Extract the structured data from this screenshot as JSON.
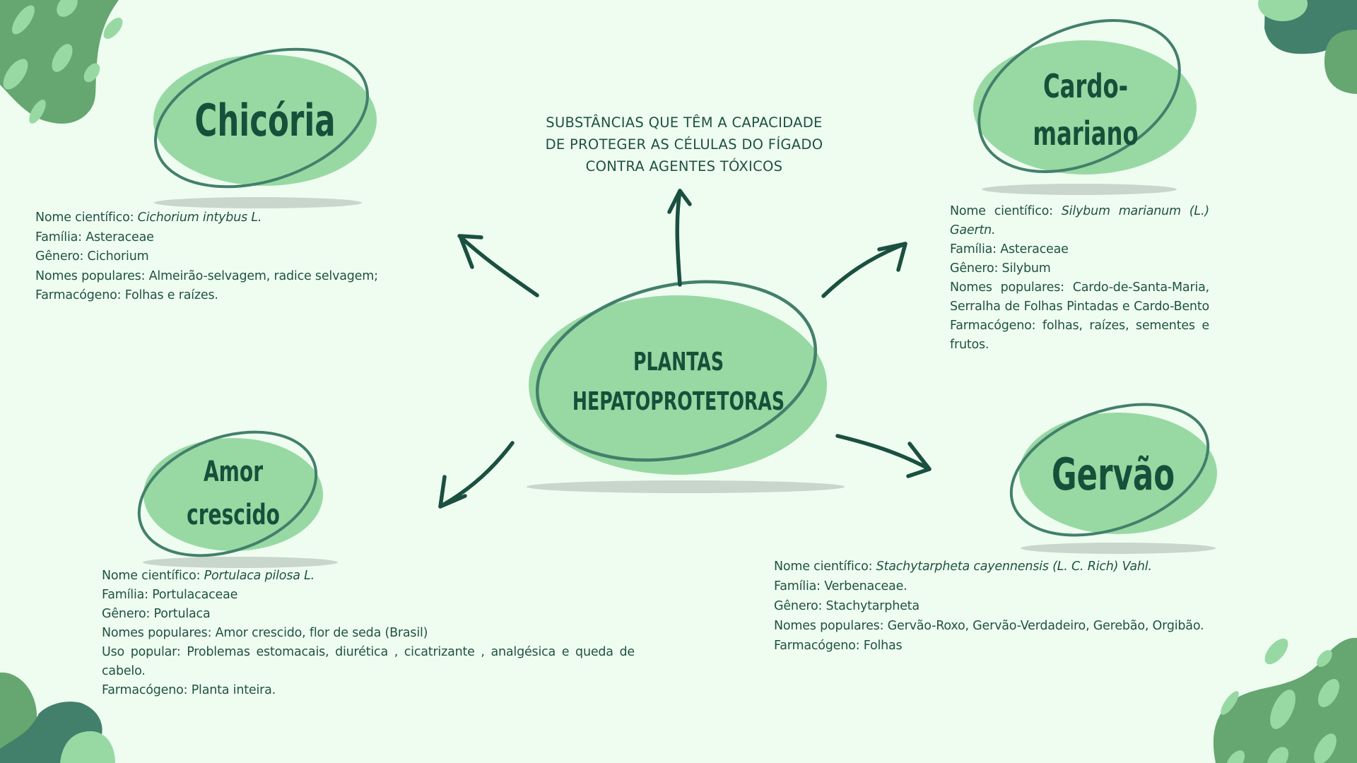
{
  "center": {
    "title_lines": [
      "PLANTAS",
      "HEPATOPROTETORAS"
    ]
  },
  "tagline": {
    "lines": [
      "SUBSTÂNCIAS QUE TÊM A CAPACIDADE",
      "DE PROTEGER AS CÉLULAS DO FÍGADO",
      "CONTRA AGENTES TÓXICOS"
    ]
  },
  "colors": {
    "background": "#effdf1",
    "node_fill": "#98d9a3",
    "node_outline": "#43806b",
    "text_dark": "#17503a",
    "arrow": "#1a5040",
    "shadow": "#c8d6cc",
    "blob_mid": "#65a671",
    "blob_dark": "#43806b",
    "blob_light": "#98d9a3"
  },
  "plants": [
    {
      "id": "chicoria",
      "title_lines": [
        "Chicória"
      ],
      "info": {
        "scientific_label": "Nome científico:",
        "scientific_name": "Cichorium intybus  L.",
        "family": "Família: Asteraceae",
        "genus": "Gênero: Cichorium",
        "popular_names": "Nomes populares:  Almeirão-selvagem, radice selvagem;",
        "pharmacogen": "Farmacógeno: Folhas e raízes."
      }
    },
    {
      "id": "cardo-mariano",
      "title_lines": [
        "Cardo-",
        "mariano"
      ],
      "info": {
        "scientific_label": "Nome científico:",
        "scientific_name_1": "Silybum marianum (L.)",
        "scientific_name_2": "Gaertn.",
        "family": "Família: Asteraceae",
        "genus": "Gênero: Silybum",
        "popular_names_1": "Nomes populares: Cardo-de-Santa-Maria,",
        "popular_names_2": "Serralha de Folhas Pintadas e Cardo-Bento",
        "pharmacogen_1": "Farmacógeno: folhas, raízes, sementes e",
        "pharmacogen_2": "frutos."
      }
    },
    {
      "id": "amor-crescido",
      "title_lines": [
        "Amor",
        "crescido"
      ],
      "info": {
        "scientific_label": "Nome científico:",
        "scientific_name": "Portulaca pilosa  L.",
        "family": "Família: Portulacaceae",
        "genus": "Gênero: Portulaca",
        "popular_names": "Nomes populares:  Amor crescido, flor de seda (Brasil)",
        "popular_use_1": "Uso popular: Problemas estomacais, diurética , cicatrizante , analgésica e queda de",
        "popular_use_2": "cabelo.",
        "pharmacogen": "Farmacógeno: Planta inteira."
      }
    },
    {
      "id": "gervao",
      "title_lines": [
        "Gervão"
      ],
      "info": {
        "scientific_label": "Nome científico:",
        "scientific_name": "Stachytarpheta cayennensis (L. C. Rich) Vahl.",
        "family": "Família: Verbenaceae.",
        "genus": "Gênero: Stachytarpheta",
        "popular_names": "Nomes populares: Gervão-Roxo, Gervão-Verdadeiro, Gerebão, Orgibão.",
        "pharmacogen": "Farmacógeno: Folhas"
      }
    }
  ]
}
